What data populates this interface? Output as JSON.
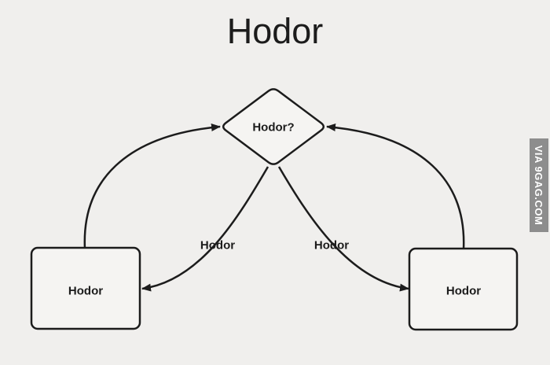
{
  "title": "Hodor",
  "diagram": {
    "nodes": [
      {
        "id": "decision",
        "type": "diamond",
        "label": "Hodor?"
      },
      {
        "id": "left-box",
        "type": "rounded-rect",
        "label": "Hodor"
      },
      {
        "id": "right-box",
        "type": "rounded-rect",
        "label": "Hodor"
      }
    ],
    "edges": [
      {
        "from": "left-box",
        "to": "decision",
        "label": ""
      },
      {
        "from": "right-box",
        "to": "decision",
        "label": ""
      },
      {
        "from": "decision",
        "to": "left-box",
        "label": "Hodor"
      },
      {
        "from": "decision",
        "to": "right-box",
        "label": "Hodor"
      }
    ]
  },
  "watermark": {
    "text": "VIA 9GAG.COM"
  },
  "colors": {
    "background": "#f0efed",
    "shape_fill": "#f5f4f2",
    "line": "#1c1c1c",
    "watermark_bg": "#8d8d8d",
    "watermark_fg": "#ffffff"
  }
}
